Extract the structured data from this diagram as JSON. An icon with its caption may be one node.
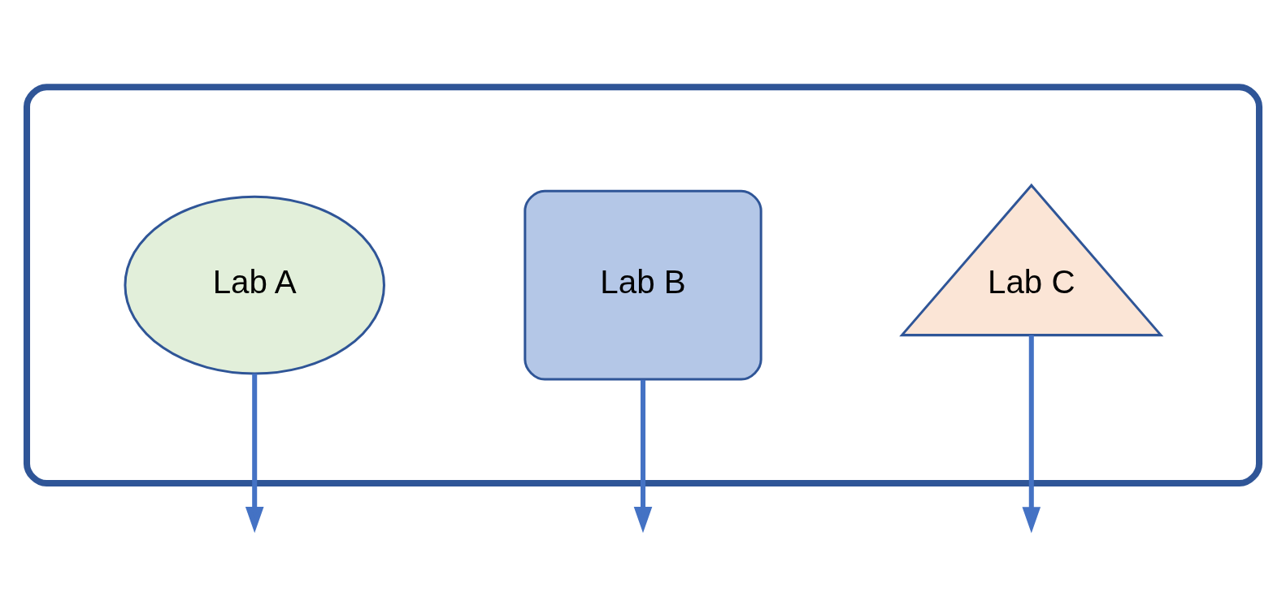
{
  "diagram": {
    "nodes": [
      {
        "text": [],
        "shape": "ellipse"
      },
      {
        "text": [
          "Lab A"
        ],
        "in": 0
      },
      {
        "text": [
          "Lab B"
        ],
        "in": 0
      },
      {
        "text": [
          "Lab C"
        ],
        "in": 0
      }
    ],
    "edges": [
      {
        "from": 1,
        "to": null,
        "arrow": "to"
      },
      {
        "from": 2,
        "to": null,
        "arrow": "to"
      },
      {
        "from": 3,
        "to": null,
        "arrow": "to"
      }
    ]
  }
}
